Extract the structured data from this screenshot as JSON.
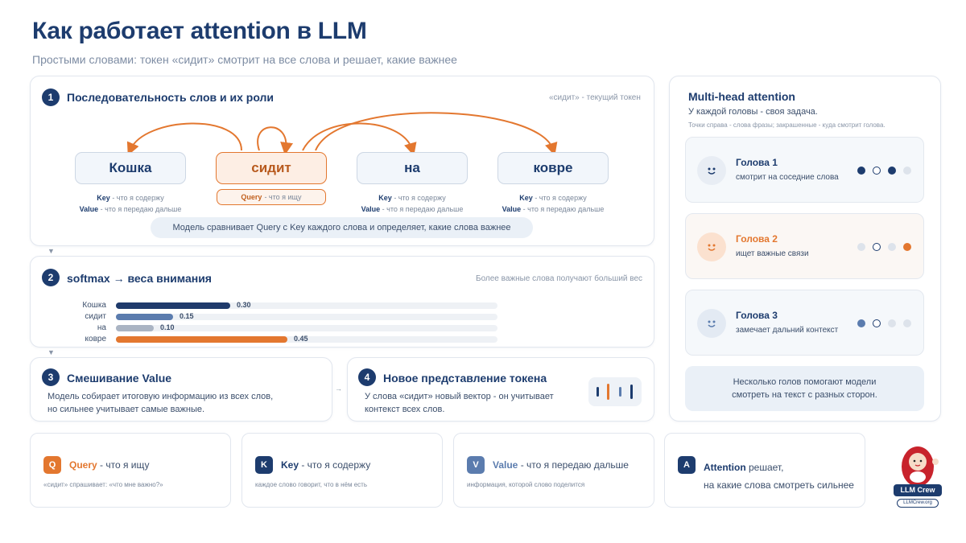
{
  "title": "Как работает attention в LLM",
  "subtitle": "Простыми словами: токен «сидит» смотрит на все слова и решает, какие важнее",
  "section1": {
    "number": "1",
    "heading": "Последовательность слов и их роли",
    "note": "«сидит» - текущий токен",
    "words": [
      "Кошка",
      "сидит",
      "на",
      "ковре"
    ],
    "key_label": "Key",
    "key_text": "- что я содержу",
    "value_label": "Value",
    "value_text": "- что я передаю дальше",
    "query_label": "Query",
    "query_text": "- что я ищу",
    "banner": "Модель сравнивает Query с Key каждого слова и определяет, какие слова важнее"
  },
  "section2": {
    "number": "2",
    "heading": "softmax → веса внимания",
    "note": "Более важные слова получают больший вес",
    "bars": [
      {
        "label": "Кошка",
        "value": 0.3,
        "display": "0.30",
        "color": "#1f3a6b"
      },
      {
        "label": "сидит",
        "value": 0.15,
        "display": "0.15",
        "color": "#5b7cae"
      },
      {
        "label": "на",
        "value": 0.1,
        "display": "0.10",
        "color": "#aab4c3"
      },
      {
        "label": "ковре",
        "value": 0.45,
        "display": "0.45",
        "color": "#e3772f"
      }
    ]
  },
  "section3": {
    "number": "3",
    "heading": "Смешивание Value",
    "line1": "Модель собирает итоговую информацию из всех слов,",
    "line2": "но сильнее учитывает самые важные."
  },
  "section4": {
    "number": "4",
    "heading": "Новое представление токена",
    "line1": "У слова «сидит» новый вектор - он учитывает",
    "line2": "контекст всех слов."
  },
  "multihead": {
    "heading": "Multi-head attention",
    "sub": "У каждой головы - своя задача.",
    "note": "Точки справа - слова фразы; закрашенные - куда смотрит голова.",
    "heads": [
      {
        "title": "Голова 1",
        "desc": "смотрит на соседние слова",
        "color": "#1d3c6e",
        "face_bg": "#e8edf4",
        "face_color": "#1d3c6e",
        "dots": [
          "filled",
          "ring",
          "filled",
          "light"
        ]
      },
      {
        "title": "Голова 2",
        "desc": "ищет важные связи",
        "color": "#e3772f",
        "face_bg": "#fbe1cf",
        "face_color": "#e3772f",
        "dots": [
          "light",
          "ring",
          "light",
          "orange"
        ]
      },
      {
        "title": "Голова 3",
        "desc": "замечает дальний контекст",
        "color": "#1d3c6e",
        "face_bg": "#e3eaf3",
        "face_color": "#5b7cae",
        "dots": [
          "mid",
          "ring",
          "light",
          "light"
        ]
      }
    ],
    "footer1": "Несколько голов помогают модели",
    "footer2": "смотреть на текст с разных сторон."
  },
  "legend": [
    {
      "badge": "Q",
      "name": "Query",
      "rest": " - что я ищу",
      "sub": "«сидит» спрашивает: «что мне важно?»",
      "badge_color": "#e3772f",
      "name_color": "#e3772f"
    },
    {
      "badge": "K",
      "name": "Key",
      "rest": " - что я содержу",
      "sub": "каждое слово говорит, что в нём есть",
      "badge_color": "#1d3c6e",
      "name_color": "#1d3c6e"
    },
    {
      "badge": "V",
      "name": "Value",
      "rest": " - что я передаю дальше",
      "sub": "информация, которой слово поделится",
      "badge_color": "#5b7cae",
      "name_color": "#5b7cae"
    }
  ],
  "summary": {
    "badge": "A",
    "bold": "Attention",
    "line1_rest": " решает,",
    "line2": "на какие слова смотреть сильнее"
  },
  "logo": {
    "text": "LLM Crew",
    "url": "LLMCrew.org"
  }
}
